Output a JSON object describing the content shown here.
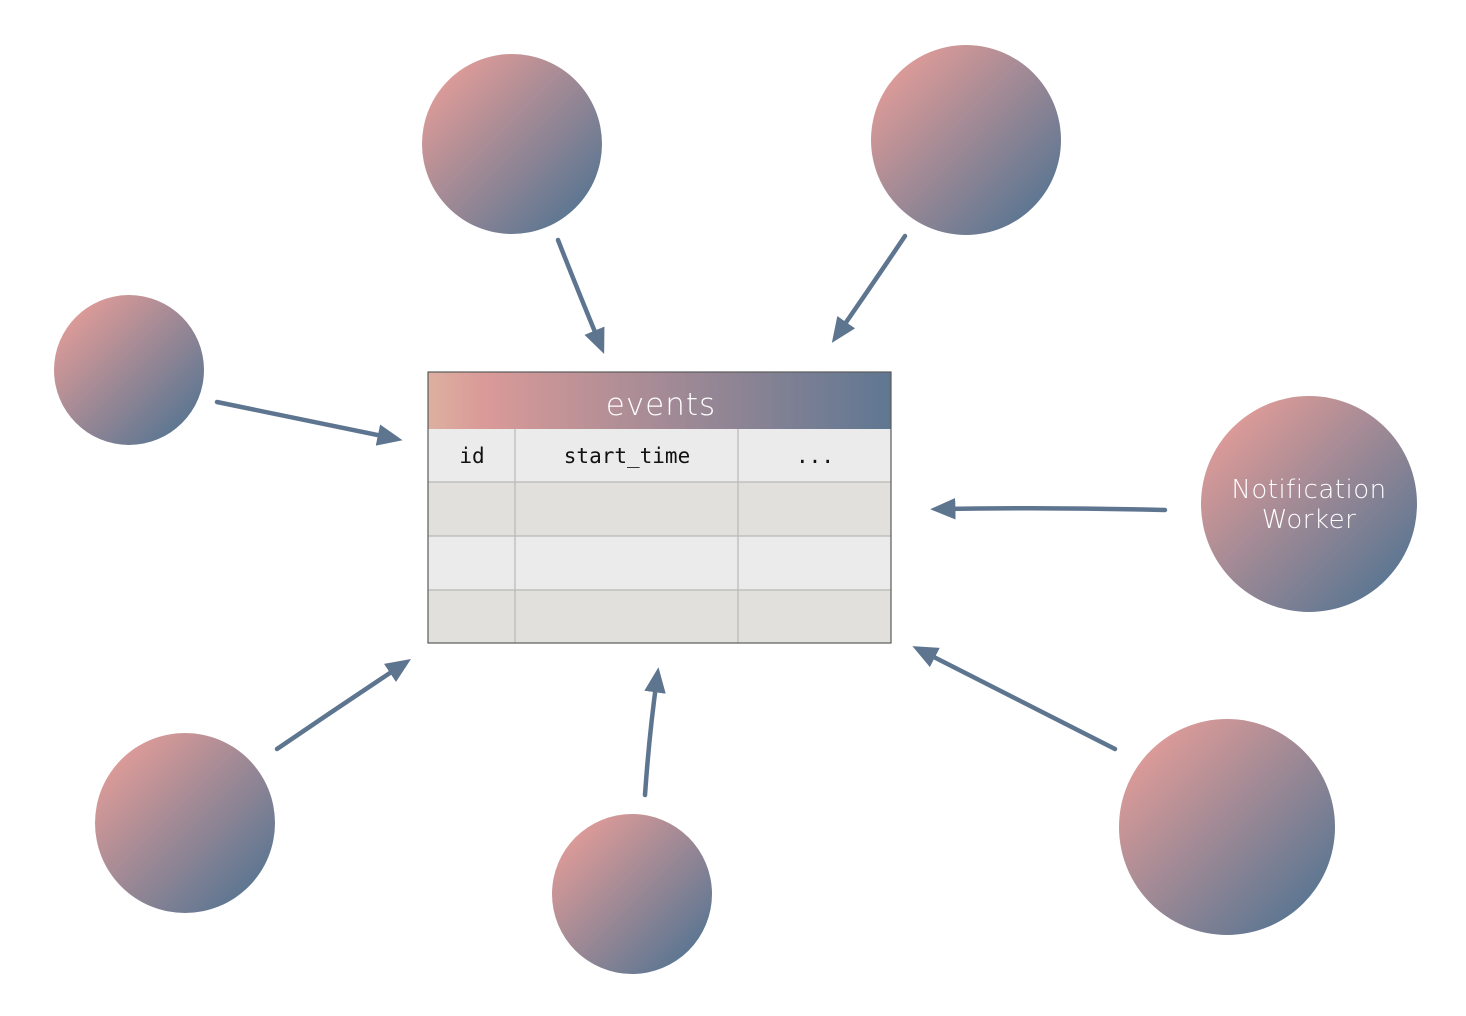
{
  "table": {
    "name": "events",
    "columns": [
      "id",
      "start_time",
      "..."
    ],
    "empty_rows": 3
  },
  "nodes": [
    {
      "id": "node-top-left",
      "label_lines": []
    },
    {
      "id": "node-top-right",
      "label_lines": []
    },
    {
      "id": "node-left",
      "label_lines": []
    },
    {
      "id": "node-right",
      "label_lines": [
        "Notification",
        "Worker"
      ]
    },
    {
      "id": "node-bottom-left",
      "label_lines": []
    },
    {
      "id": "node-bottom-center",
      "label_lines": []
    },
    {
      "id": "node-bottom-right",
      "label_lines": []
    }
  ],
  "edges": [
    {
      "from": "node-top-left",
      "to": "events"
    },
    {
      "from": "node-top-right",
      "to": "events"
    },
    {
      "from": "node-left",
      "to": "events"
    },
    {
      "from": "node-right",
      "to": "events"
    },
    {
      "from": "node-bottom-left",
      "to": "events"
    },
    {
      "from": "node-bottom-center",
      "to": "events"
    },
    {
      "from": "node-bottom-right",
      "to": "events"
    }
  ],
  "colors": {
    "gradient_start": "#da9a98",
    "gradient_end": "#5f7792",
    "title_gradient_start": "#dcb0a0",
    "arrow": "#5e7590",
    "row_light": "#ebebeb",
    "row_dark": "#e1e0dc",
    "grid": "#b8b8b5",
    "border": "#5a5a5a",
    "label_text": "#ffffff",
    "cell_text": "#111111"
  }
}
